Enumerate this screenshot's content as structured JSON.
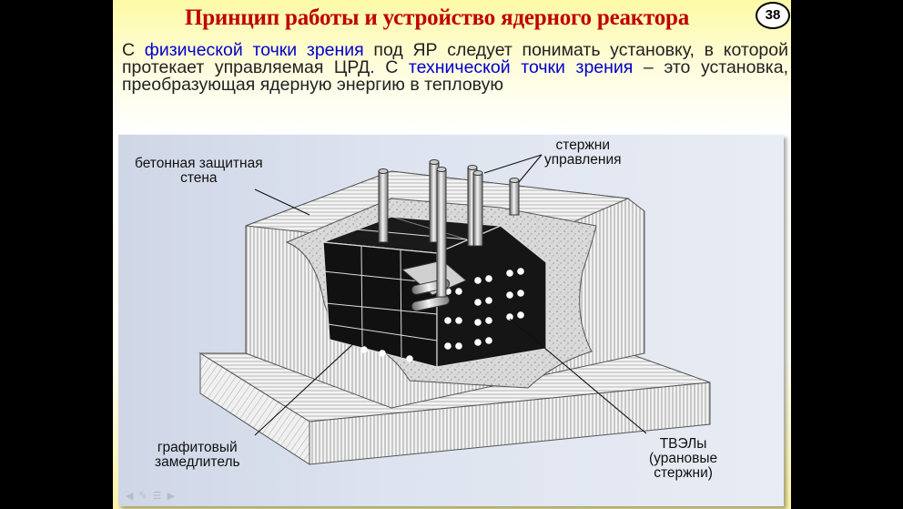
{
  "slide": {
    "title": "Принцип работы и устройство ядерного реактора",
    "page_number": "38",
    "intro": {
      "p1": "С ",
      "h1": "физической точки зрения",
      "p2": " под ЯР следует понимать установку, в которой протекает управляемая ЦРД. С ",
      "h2": "технической точки зрения",
      "p3": " – это установка, преобразующая ядерную энергию в тепловую"
    },
    "highlight_color": "#0000cc",
    "title_color": "#c00000"
  },
  "figure": {
    "labels": {
      "wall_line1": "бетонная защитная",
      "wall_line2": "стена",
      "rods_line1": "стержни",
      "rods_line2": "управления",
      "moderator_line1": "графитовый",
      "moderator_line2": "замедлитель",
      "fuel_line1": "ТВЭЛы",
      "fuel_line2": "(урановые",
      "fuel_line3": "стержни)"
    }
  },
  "nav": {
    "icons": [
      "back-arrow-icon",
      "pen-icon",
      "menu-icon",
      "forward-arrow-icon"
    ]
  }
}
